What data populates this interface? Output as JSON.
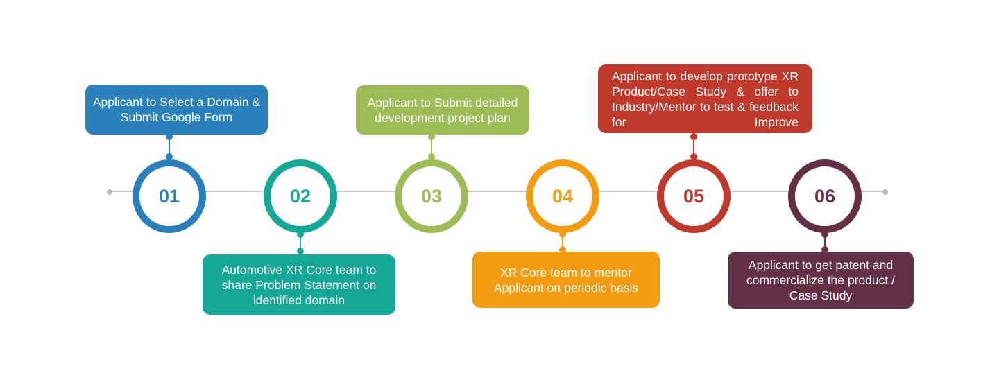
{
  "steps": [
    {
      "number": "01",
      "text": "Applicant to Select a Domain & Submit Google Form",
      "color": "#2980ba",
      "position": "top"
    },
    {
      "number": "02",
      "text": "Automotive XR Core team to share Problem Statement on identified domain",
      "color": "#16a896",
      "position": "bottom"
    },
    {
      "number": "03",
      "text": "Applicant to Submit detailed development project plan",
      "color": "#9ebc55",
      "position": "top"
    },
    {
      "number": "04",
      "text": "XR Core team to mentor Applicant on periodic basis",
      "color": "#f39c12",
      "position": "bottom"
    },
    {
      "number": "05",
      "text": "Applicant to develop prototype XR Product/Case Study & offer to Industry/Mentor to test & feedback for Improve",
      "color": "#c0392b",
      "position": "top"
    },
    {
      "number": "06",
      "text": "Applicant to get patent and commercialize the product / Case Study",
      "color": "#643045",
      "position": "bottom"
    }
  ]
}
